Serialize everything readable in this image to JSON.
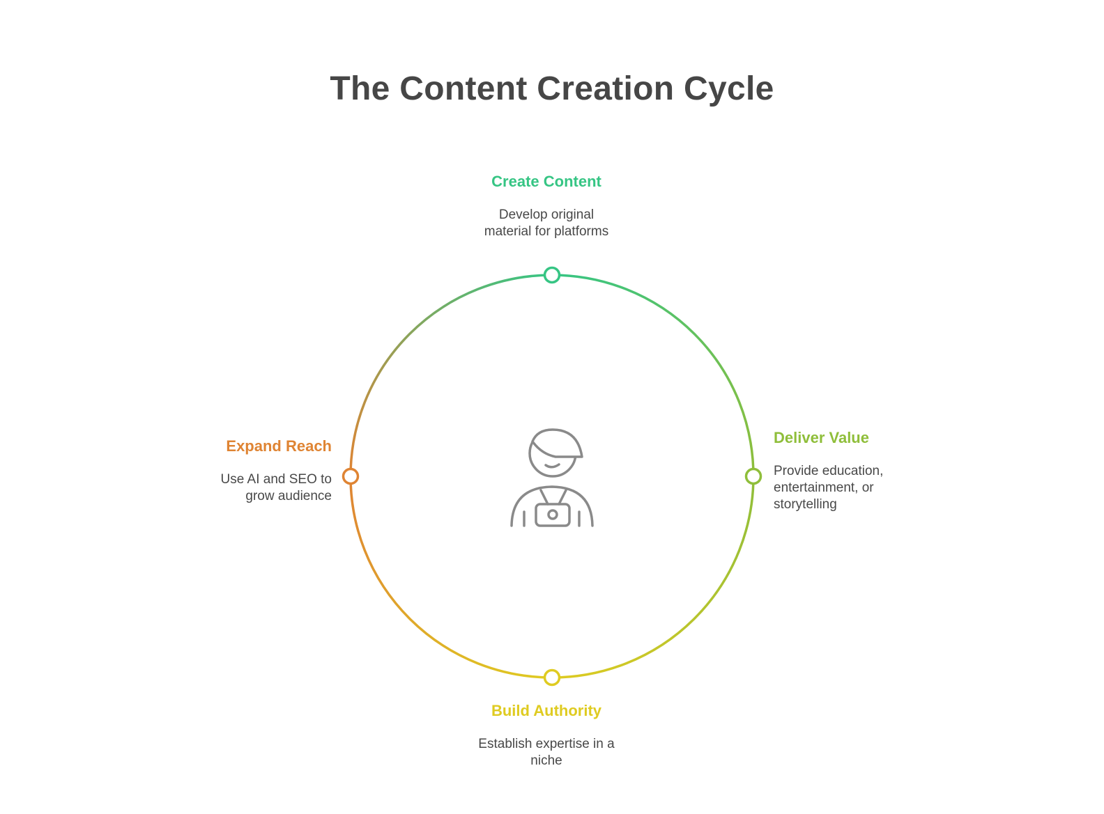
{
  "title": "The Content Creation Cycle",
  "center_icon": "content-creator-with-camera-icon",
  "colors": {
    "title": "#464646",
    "text": "#484848",
    "icon": "#8a8a8a",
    "green": "#36c584",
    "lime": "#8fbe3a",
    "yellow": "#dfcb21",
    "orange": "#df8433"
  },
  "steps": [
    {
      "id": "create-content",
      "title": "Create Content",
      "description": "Develop original\nmaterial for platforms",
      "color": "#36c584"
    },
    {
      "id": "deliver-value",
      "title": "Deliver Value",
      "description": "Provide education,\nentertainment, or\nstorytelling",
      "color": "#8fbe3a"
    },
    {
      "id": "build-authority",
      "title": "Build Authority",
      "description": "Establish expertise in a\nniche",
      "color": "#dfcb21"
    },
    {
      "id": "expand-reach",
      "title": "Expand Reach",
      "description": "Use AI and SEO to\ngrow audience",
      "color": "#df8433"
    }
  ]
}
